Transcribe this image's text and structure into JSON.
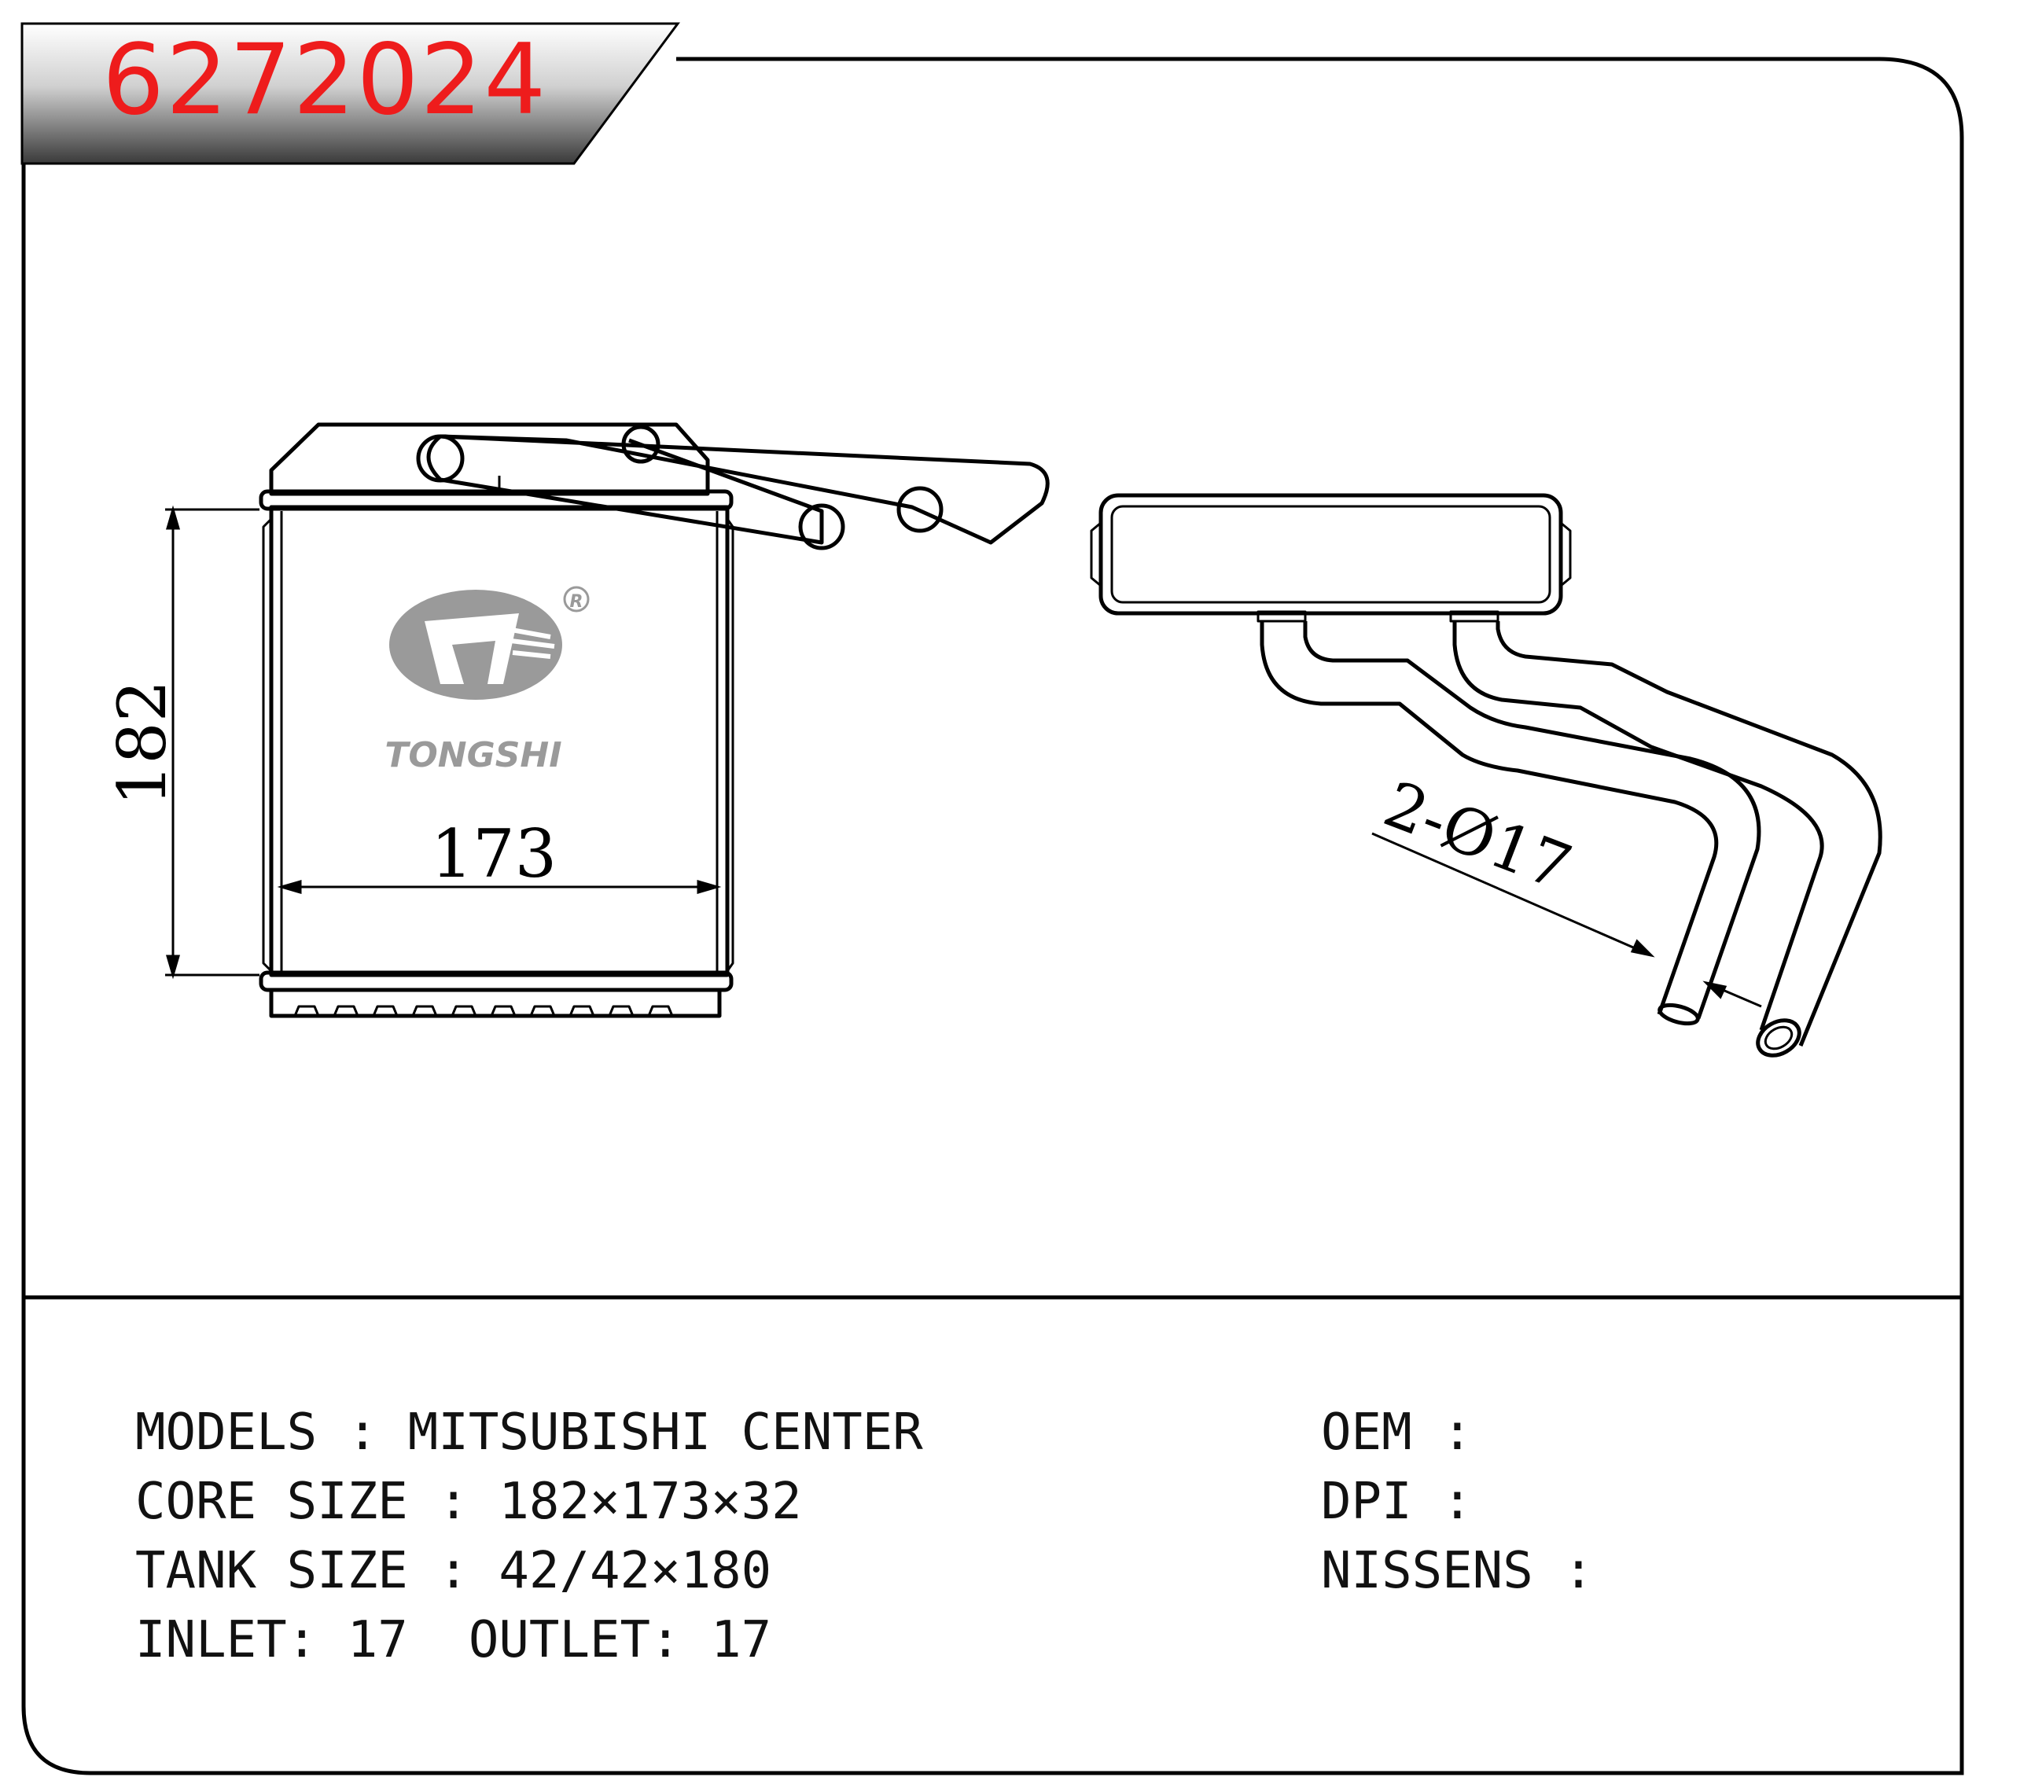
{
  "part_number": "6272024",
  "logo": {
    "brand": "TONGSHI",
    "registered_mark": "R"
  },
  "drawing": {
    "height_dim": "182",
    "width_dim": "173",
    "pipe_dim": "2-Ø17"
  },
  "specs": {
    "models_label": "MODELS",
    "models_value": "MITSUBISHI CENTER",
    "core_label": "CORE SIZE",
    "core_value": "182×173×32",
    "tank_label": "TANK SIZE",
    "tank_value": "42/42×180",
    "inlet_label": "INLET",
    "inlet_value": "17",
    "outlet_label": "OUTLET",
    "outlet_value": "17",
    "oem_label": "OEM",
    "oem_value": "",
    "dpi_label": "DPI",
    "dpi_value": "",
    "nissens_label": "NISSENS",
    "nissens_value": ""
  },
  "colors": {
    "title": "#ee1c1c",
    "line": "#000000",
    "logo": "#9a9a9a"
  }
}
